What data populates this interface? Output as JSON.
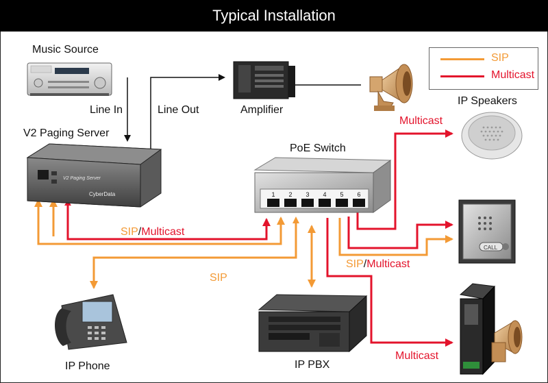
{
  "title": "Typical Installation",
  "colors": {
    "sip": "#f39a35",
    "multicast": "#e3132b",
    "title_bg": "#000000"
  },
  "legend": [
    {
      "label": "SIP",
      "color": "#f39a35"
    },
    {
      "label": "Multicast",
      "color": "#e3132b"
    }
  ],
  "devices": {
    "music_source": "Music Source",
    "amplifier": "Amplifier",
    "ip_speakers": "IP Speakers",
    "paging_server": "V2 Paging Server",
    "poe_switch": "PoE Switch",
    "ip_phone": "IP Phone",
    "ip_pbx": "IP PBX"
  },
  "connections": {
    "line_in": "Line In",
    "line_out": "Line Out",
    "multicast_top": "Multicast",
    "sip_phone": "SIP",
    "sip_multicast_server": {
      "sip": "SIP",
      "slash": "/",
      "multicast": "Multicast"
    },
    "sip_multicast_intercom": {
      "sip": "SIP",
      "slash": "/",
      "multicast": "Multicast"
    },
    "multicast_bottom": "Multicast"
  },
  "switch_ports": [
    "1",
    "2",
    "3",
    "4",
    "5",
    "6"
  ],
  "device_text": {
    "server_brand": "CyberData",
    "server_model": "V2 Paging Server",
    "intercom_call": "CALL"
  }
}
